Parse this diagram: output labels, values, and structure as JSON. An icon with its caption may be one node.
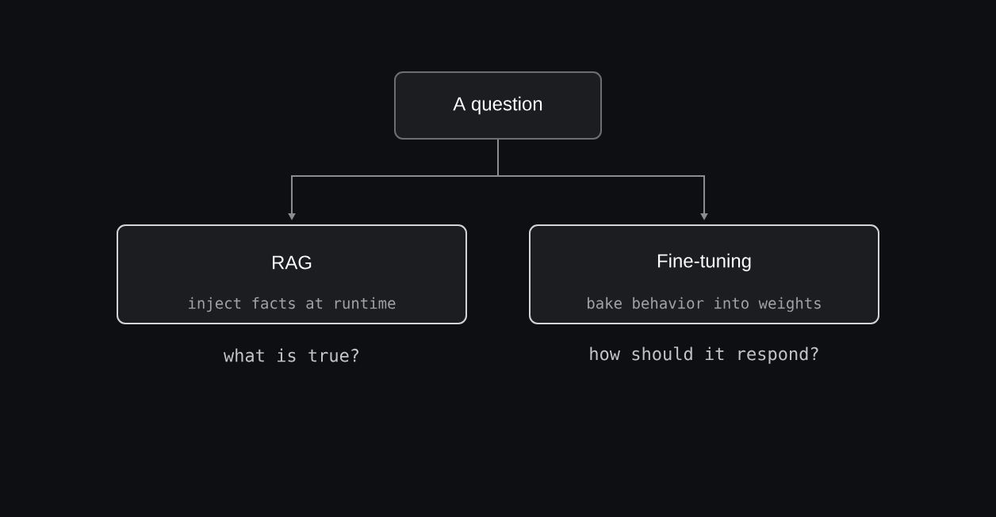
{
  "diagram": {
    "nodes": [
      {
        "text": [
          "A question"
        ]
      },
      {
        "text": [
          "RAG",
          "inject facts at runtime"
        ],
        "beside": [
          "what is true?"
        ]
      },
      {
        "text": [
          "Fine-tuning",
          "bake behavior into weights"
        ],
        "beside": [
          "how should it respond?"
        ]
      }
    ],
    "edges": [
      {
        "from": 0,
        "to": 1,
        "arrow": "to"
      },
      {
        "from": 0,
        "to": 2,
        "arrow": "to"
      }
    ]
  }
}
